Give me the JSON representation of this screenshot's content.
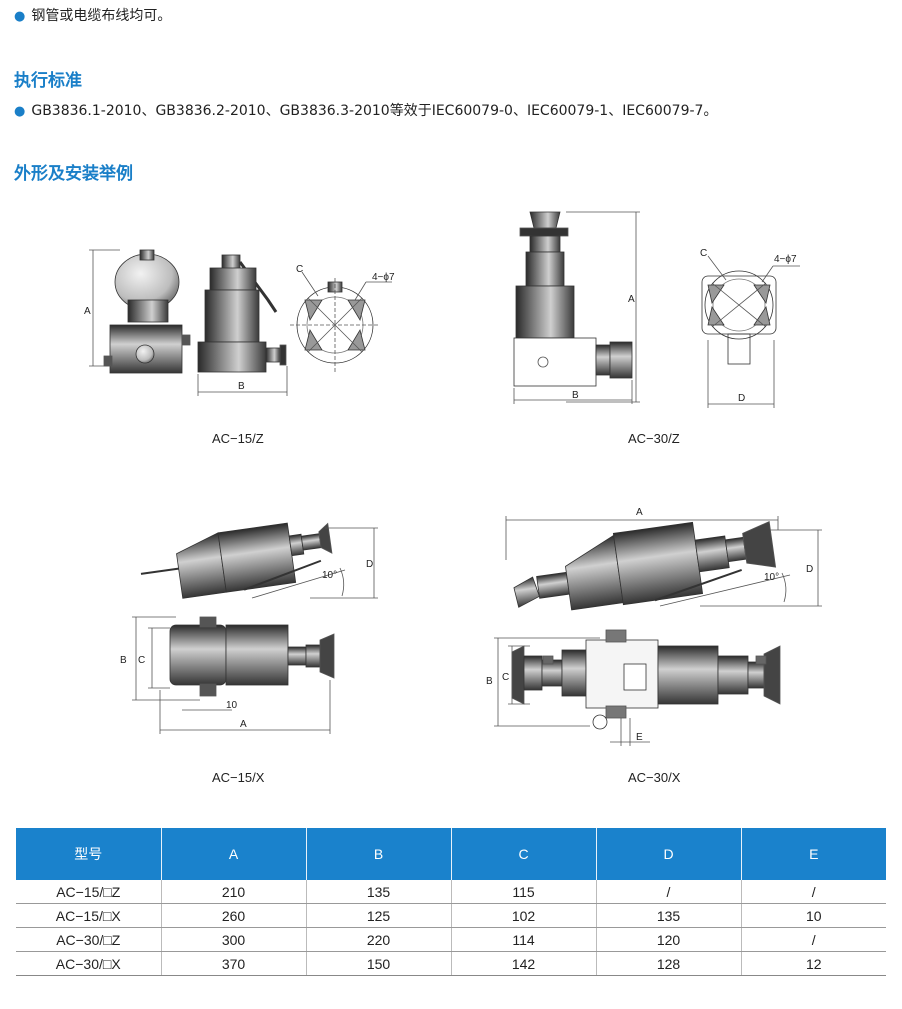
{
  "intro": {
    "bullet_text": "钢管或电缆布线均可。"
  },
  "standards": {
    "title": "执行标准",
    "bullet_text": "GB3836.1-2010、GB3836.2-2010、GB3836.3-2010等效于IEC60079-0、IEC60079-1、IEC60079-7。"
  },
  "figures": {
    "title": "外形及安装举例",
    "captions": {
      "ac15z": "AC−15/Z",
      "ac30z": "AC−30/Z",
      "ac15x": "AC−15/X",
      "ac30x": "AC−30/X"
    },
    "dim_labels": {
      "A": "A",
      "B": "B",
      "C": "C",
      "D": "D",
      "E": "E",
      "holes": "4−ϕ7",
      "angle": "10°",
      "ten": "10"
    }
  },
  "spec_table": {
    "headers": [
      "型号",
      "A",
      "B",
      "C",
      "D",
      "E"
    ],
    "rows": [
      [
        "AC−15/□Z",
        "210",
        "135",
        "115",
        "/",
        "/"
      ],
      [
        "AC−15/□X",
        "260",
        "125",
        "102",
        "135",
        "10"
      ],
      [
        "AC−30/□Z",
        "300",
        "220",
        "114",
        "120",
        "/"
      ],
      [
        "AC−30/□X",
        "370",
        "150",
        "142",
        "128",
        "12"
      ]
    ]
  },
  "colors": {
    "accent": "#1a7fc8",
    "table_header": "#1a82cc"
  }
}
